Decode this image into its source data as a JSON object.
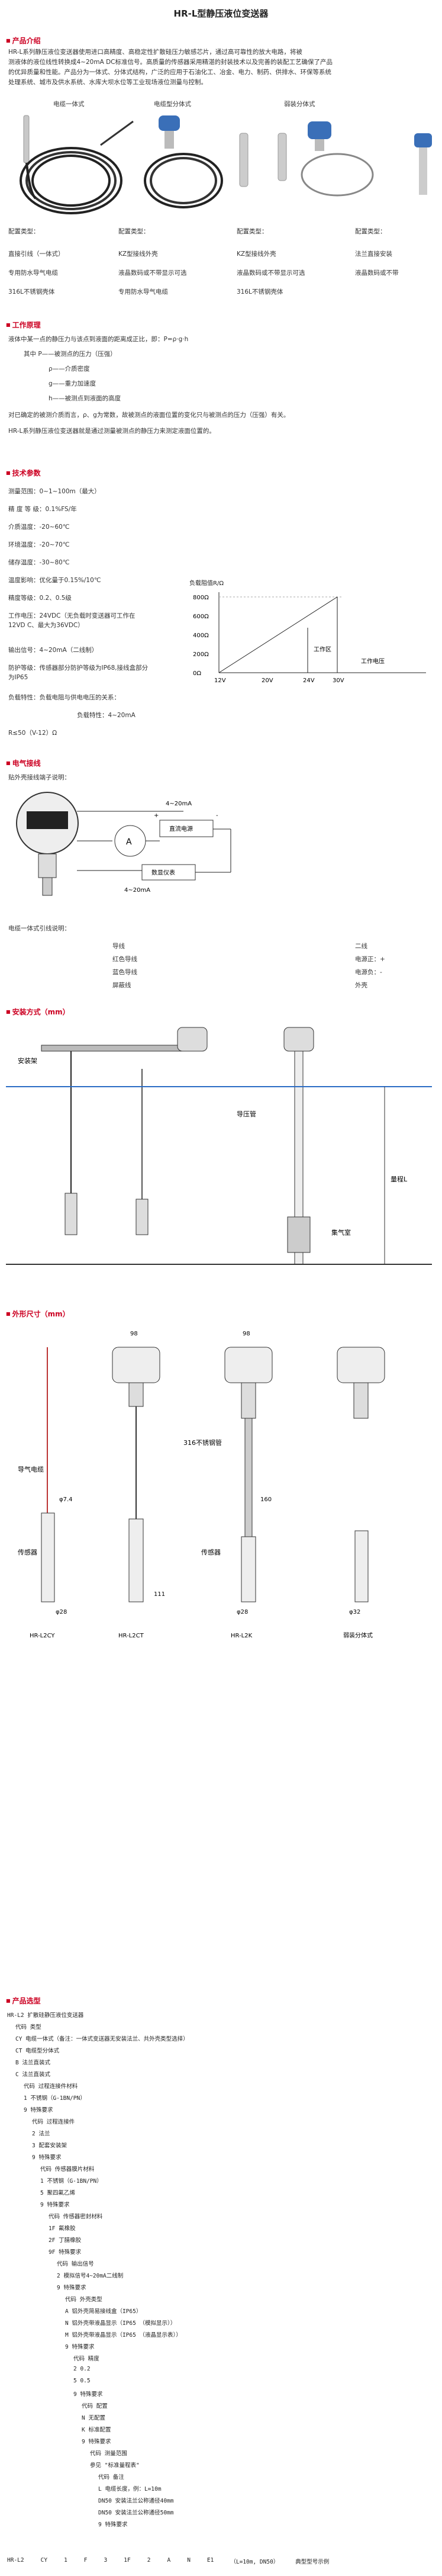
{
  "title": "HR-L型静压液位变送器",
  "sections": {
    "intro": "产品介绍",
    "principle": "工作原理",
    "specs": "技术参数",
    "wiring": "电气接线",
    "install": "安装方式（mm）",
    "dims": "外形尺寸（mm）",
    "ordering": "产品选型"
  },
  "intro": {
    "p1": "HR-L系列静压液位变送器使用进口高精度、高稳定性扩散硅压力敏感芯片，通过高可靠性的放大电路，将被",
    "p2": "测液体的液位线性转换成4~20mA DC标准信号。高质量的传感器采用精湛的封装技术以及完善的装配工艺确保了产品",
    "p3": "的优异质量和性能。产品分为一体式、分体式结构，广泛的应用于石油化工、冶金、电力、制药、供排水、环保等系统",
    "p4": "处理系统、城市及供水系统、水库大坝水位等工业现场液位测量与控制。"
  },
  "photos": {
    "cap1": "电缆一体式",
    "cap2": "电缆型分体式",
    "cap3": "弱装分体式",
    "config_label": "配置类型：",
    "cfg_rows": [
      [
        "直接引线（一体式）",
        "KZ型接线外壳",
        "KZ型接线外壳",
        "法兰直接安装"
      ],
      [
        "专用防水导气电缆",
        "液晶数码或不带显示可选",
        "液晶数码或不带显示可选",
        "液晶数码或不带"
      ],
      [
        "316L不锈钢壳体",
        "专用防水导气电缆",
        "316L不锈钢壳体",
        ""
      ]
    ]
  },
  "principle": {
    "l1": "液体中某一点的静压力与该点到液面的距离成正比，即：P=ρ·g·h",
    "l2": "其中  P——被测点的压力（压强）",
    "l3": "ρ——介质密度",
    "l4": "g——重力加速度",
    "l5": "h——被测点到液面的高度",
    "l6": "对已确定的被测介质而言，ρ、g为常数，故被测点的液面位置的变化只与被测点的压力（压强）有关。",
    "l7": "HR-L系列静压液位变送器就是通过测量被测点的静压力来测定液面位置的。"
  },
  "specs": {
    "items": [
      "测量范围：0~1~100m（最大）",
      "精  度 等 级：0.1%FS/年",
      "介质温度：-20~60℃",
      "环境温度：-20~70℃",
      "储存温度：-30~80℃",
      "温度影响：优化量于0.15%/10℃",
      "精度等级：0.2、0.5级",
      "工作电压：24VDC（无负载时变送器可工作在12VD C、最大为36VDC）",
      "输出信号：4~20mA（二线制）",
      "防护等级：传感器部分防护等级为IP68,接线盒部分为IP65",
      "负载特性：负载电阻与供电电压的关系：",
      "R≤50（V-12）Ω"
    ],
    "output_label": "负载特性：4~20mA"
  },
  "chart": {
    "title": "负载阻值R/Ω",
    "y_ticks": [
      "800Ω",
      "600Ω",
      "400Ω",
      "200Ω",
      "0Ω"
    ],
    "x_ticks": [
      "12V",
      "20V",
      "24V",
      "30V"
    ],
    "region_label": "工作区",
    "voltage_label": "工作电压"
  },
  "wiring": {
    "title": "贴外壳接线端子说明：",
    "current": "4~20mA",
    "power": "直流电源",
    "display": "数显仪表",
    "meter": "A",
    "plus": "+",
    "minus": "-",
    "cable_title": "电缆一体式引线说明：",
    "table": {
      "col1": [
        "导线",
        "红色导线",
        "蓝色导线",
        "屏蔽线"
      ],
      "col2": [
        "二线",
        "电源正：+",
        "电源负：-",
        "外壳"
      ]
    }
  },
  "install": {
    "label1": "安装架",
    "label2": "导压管",
    "label3": "量程L",
    "label4": "集气室"
  },
  "dims": {
    "w1": "98",
    "w2": "98",
    "lab_cable": "导气电缆",
    "lab_sensor": "传感器",
    "lab_pipe": "316不锈钢管",
    "lab_sensor2": "传感器",
    "d1": "φ7.4",
    "d2": "φ28",
    "d3": "φ28",
    "d4": "φ32",
    "h1": "160",
    "h2": "111",
    "cap1": "HR-L2CY",
    "cap2": "HR-L2CT",
    "cap3": "HR-L2K",
    "cap4": "弱装分体式"
  },
  "ordering": {
    "header": "HR-L2  扩散硅静压液位变送器",
    "rows": [
      "代码  类型",
      "CY   电缆一体式（备注：一体式变送器无安装法兰、共外壳类型选择）",
      "CT   电缆型分体式",
      "B    法兰直装式",
      "C    法兰直装式",
      "代码  过程连接件材料",
      "1    不锈钢（G-1BN/PN）",
      "9    特殊要求",
      "代码  过程连接件",
      "2    法兰",
      "3    配套安装架",
      "9    特殊要求",
      "代码  传感器膜片材料",
      "1    不锈钢（G-1BN/PN）",
      "5    聚四氟乙烯",
      "9    特殊要求",
      "代码  传感器密封材料",
      "1F   氟橡胶",
      "2F   丁腈橡胶",
      "9F   特殊要求",
      "代码  输出信号",
      "2    模拟信号4~20mA二线制",
      "9    特殊要求",
      "代码  外壳类型",
      "A    铝外壳简易接线盒（IP65）",
      "N    铝外壳带液晶显示（IP65 （模拟显示））",
      "M    铝外壳带液晶显示（IP65 （液晶显示表））",
      "9    特殊要求",
      "代码  精度",
      "2    0.2",
      "5    0.5",
      "9    特殊要求",
      "代码  配置",
      "N    无配置",
      "K    标准配置",
      "9    特殊要求",
      "代码  测量范围",
      "参见 \"标准量程表\"",
      "代码  备注",
      "L    电缆长度，例：L=10m",
      "DN50  安装法兰公称通径40mm",
      "DN50  安装法兰公称通径50mm",
      "9    特殊要求"
    ],
    "final_row": [
      "HR-L2",
      "CY",
      "1",
      "F",
      "3",
      "1F",
      "2",
      "A",
      "N",
      "E1",
      "（L=10m, DN50）"
    ],
    "final_note": "典型型号示例"
  }
}
